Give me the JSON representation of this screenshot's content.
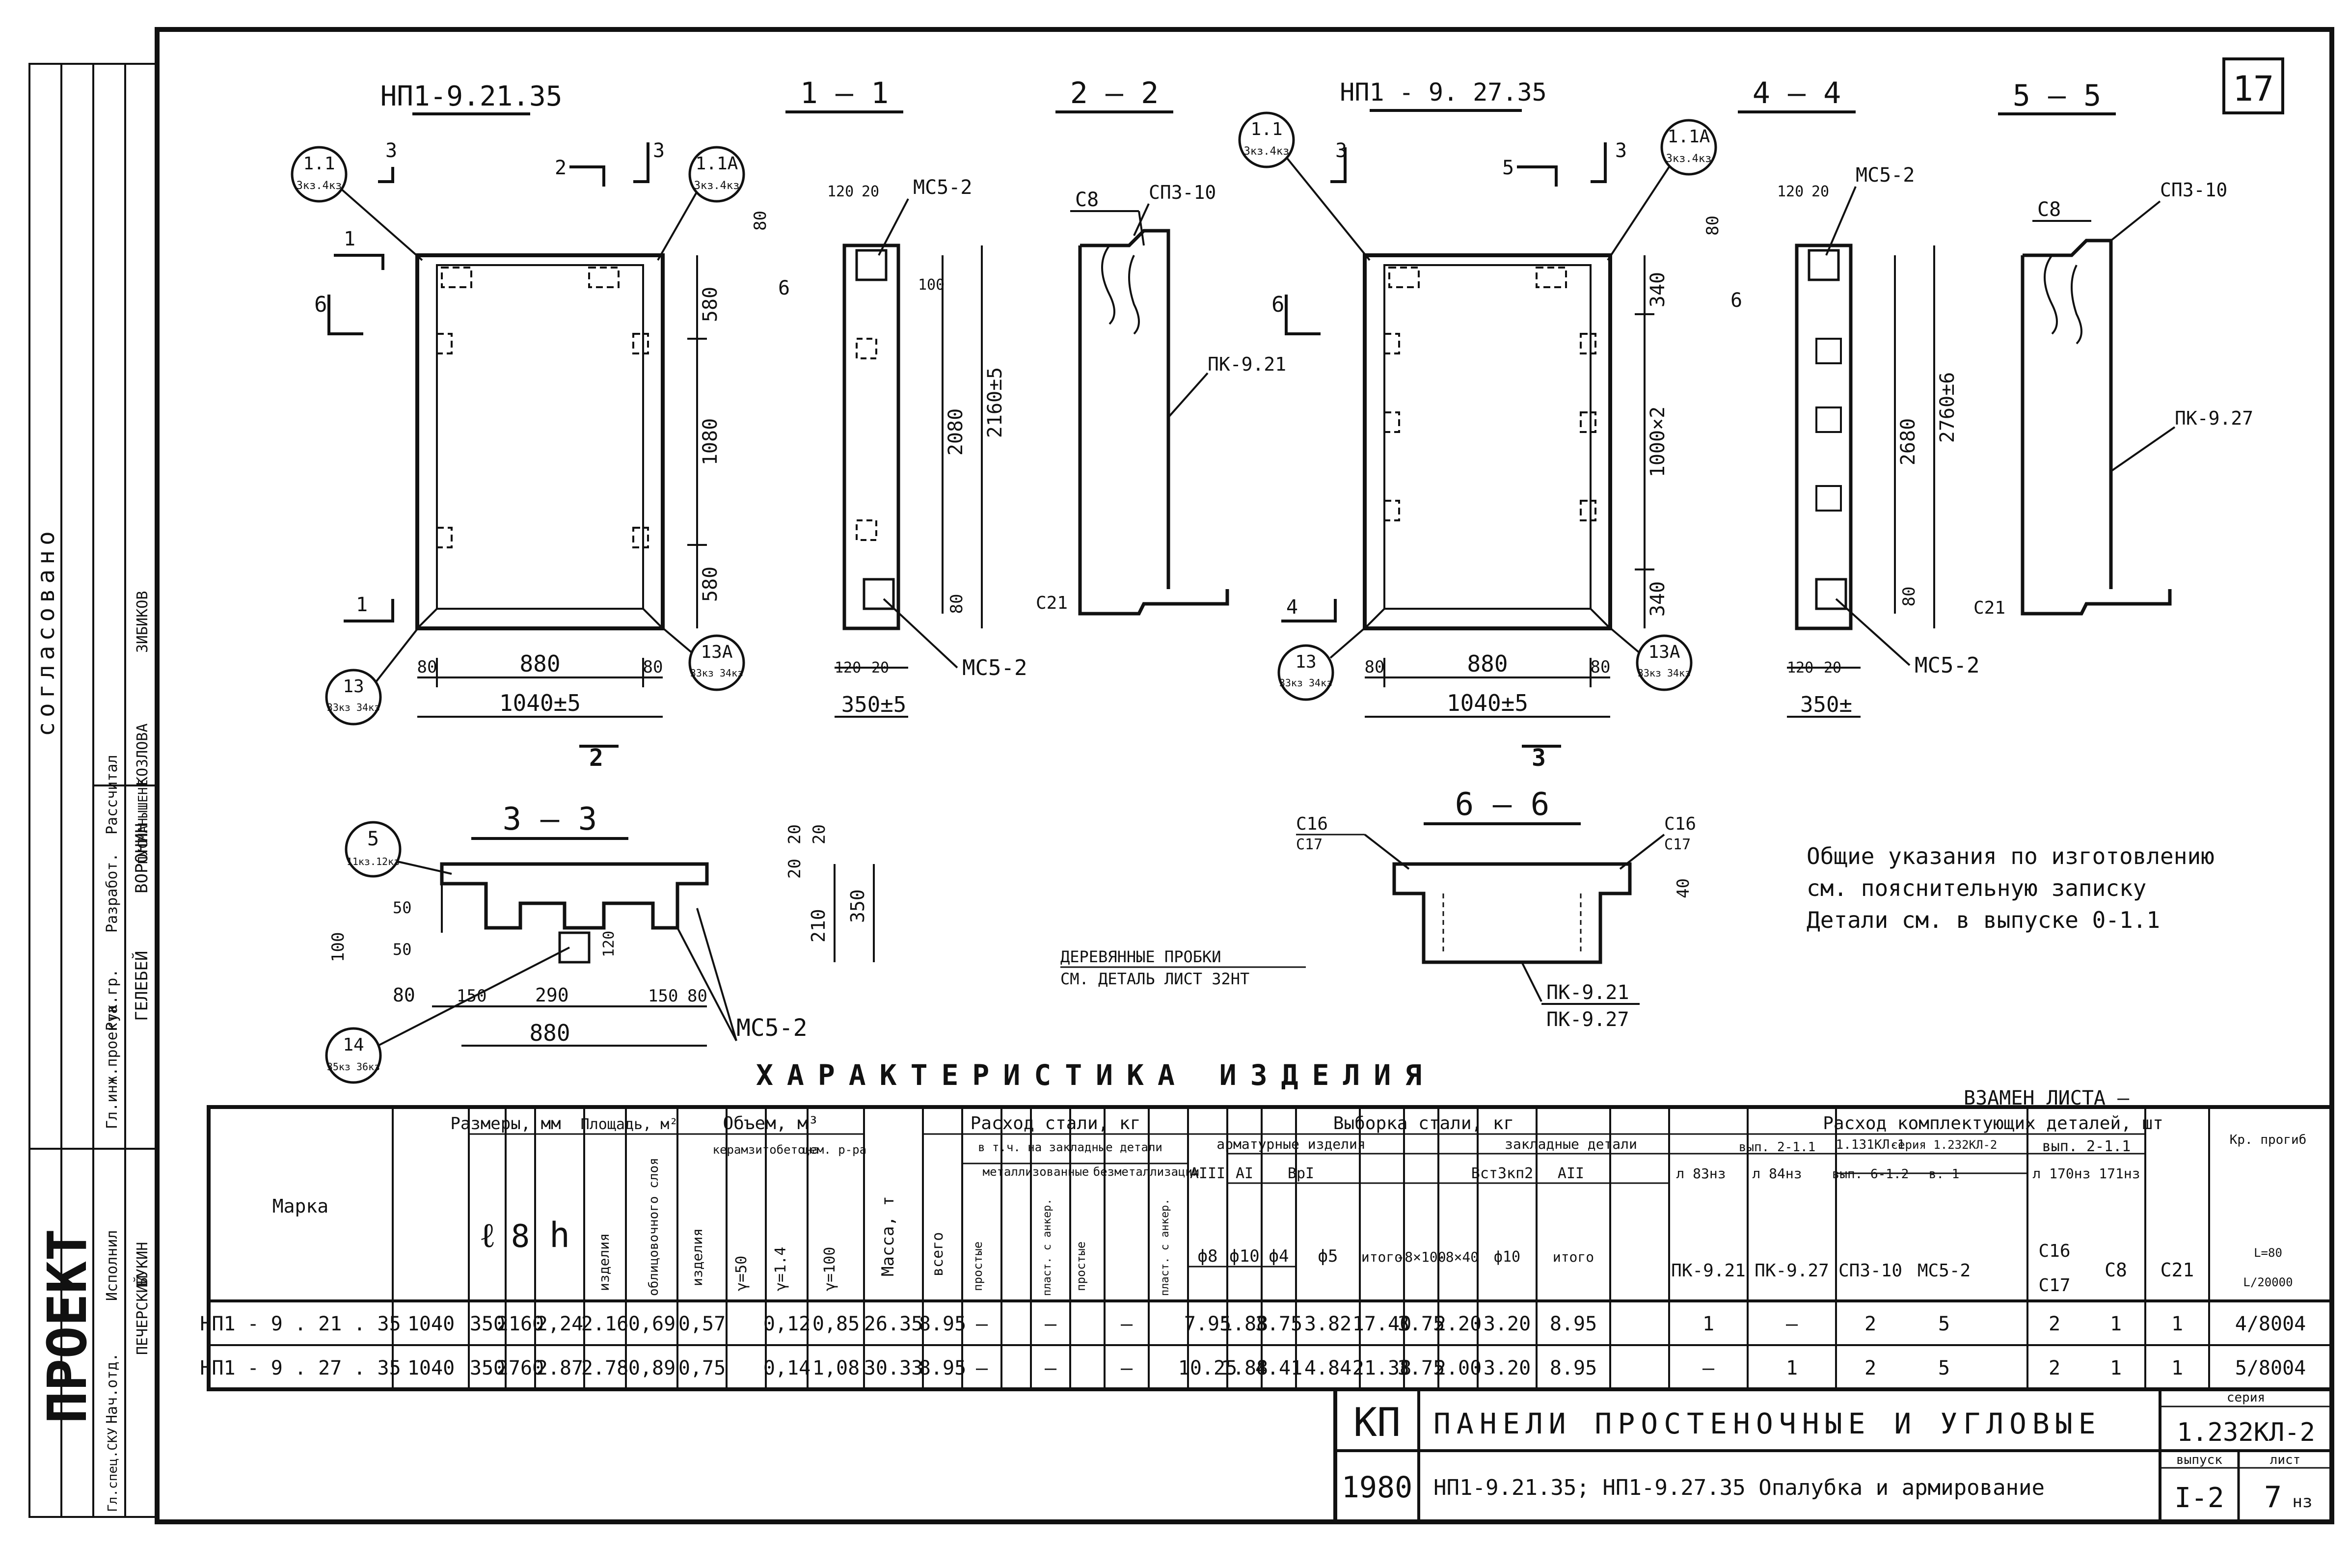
{
  "sheet_number": "17",
  "left_strip": {
    "stamp_project": "ПРОЕКТ",
    "stamp_agreed": "согласовано",
    "roles": [
      "Гл.инж.проекта",
      "Рук.гр.",
      "Разработ.",
      "Рассчитал",
      "Исполнил",
      "Нач.отд.",
      "Гл.спец.СКУ"
    ],
    "names": [
      "ВОРОНИН",
      "ГЕЛЕБЕЙ",
      "ПУСМАНЫШЕНЕ",
      "КОЗЛОВА",
      "ЗИБИКОВ",
      "ПЕЧЕРСКИЙ",
      "БУКИН"
    ]
  },
  "views": {
    "elev1": {
      "title": "НП1-9.21.35",
      "tag_tl": "1.1",
      "tag_tl_sub": "3кз.4кз",
      "tag_tr": "1.1А",
      "tag_tr_sub": "3кз.4кз",
      "tag_bl": "13",
      "tag_bl_sub": "33кз 34кз",
      "tag_br": "13А",
      "tag_br_sub": "33кз 34кз",
      "dim_top": "580",
      "dim_mid": "1080",
      "dim_bot": "580",
      "dim_inner": "880",
      "dim_side_l": "80",
      "dim_side_r": "80",
      "dim_total": "1040±5",
      "cut_1": "1",
      "cut_2": "2",
      "cut_3": "3",
      "cut_6": "6"
    },
    "sec11": {
      "title": "1 — 1",
      "dim_a": "120",
      "dim_b": "20",
      "mark_top": "МС5-2",
      "dim_100": "100",
      "dim_80": "80",
      "dim_6": "6",
      "dim_h1": "2080",
      "dim_h2": "2160±5",
      "dim_80b": "80",
      "mark_bot": "МС5-2",
      "dim_c": "120",
      "dim_d": "20",
      "dim_total": "350±5"
    },
    "sec22": {
      "title": "2 — 2",
      "lbl_c8": "С8",
      "lbl_sp": "СП3-10",
      "lbl_pk": "ПК-9.21",
      "lbl_c21": "С21"
    },
    "elev2": {
      "title": "НП1 - 9. 27.35",
      "tag_tl": "1.1",
      "tag_tl_sub": "3кз.4кз",
      "tag_tr": "1.1А",
      "tag_tr_sub": "3кз.4кз",
      "tag_bl": "13",
      "tag_bl_sub": "33кз 34кз",
      "tag_br": "13А",
      "tag_br_sub": "33кз 34кз",
      "dim_top": "340",
      "dim_mid": "1000×2",
      "dim_bot": "340",
      "dim_inner": "880",
      "dim_side_l": "80",
      "dim_side_r": "80",
      "dim_total": "1040±5",
      "cut_4": "4",
      "cut_5": "5",
      "cut_3": "3",
      "cut_6": "6"
    },
    "sec44": {
      "title": "4 — 4",
      "dim_a": "120",
      "dim_b": "20",
      "mark_top": "МС5-2",
      "dim_80": "80",
      "dim_6": "6",
      "dim_h1": "2680",
      "dim_h2": "2760±6",
      "dim_80b": "80",
      "mark_bot": "МС5-2",
      "dim_c": "120",
      "dim_d": "20",
      "dim_total": "350±"
    },
    "sec55": {
      "title": "5 — 5",
      "lbl_c8": "С8",
      "lbl_sp": "СП3-10",
      "lbl_pk": "ПК-9.27",
      "lbl_c21": "С21"
    },
    "sec33": {
      "title": "3 — 3",
      "tag": "5",
      "tag_sub": "11кз.12кз",
      "d50a": "50",
      "d100": "100",
      "d50b": "50",
      "d120": "120",
      "d80a": "80",
      "d150a": "150",
      "d290": "290",
      "d150b": "150",
      "d80b": "80",
      "d880": "880",
      "mark": "МС5-2",
      "tag2": "14",
      "tag2_sub": "35кз 36кз",
      "dv20a": "20",
      "dv20b": "20",
      "dv20c": "20",
      "dv210": "210",
      "dv350": "350",
      "note_plugs_1": "ДЕРЕВЯННЫЕ ПРОБКИ",
      "note_plugs_2": "СМ. ДЕТАЛЬ ЛИСТ 32НТ"
    },
    "sec66": {
      "title": "6 — 6",
      "c16": "С16",
      "c17": "С17",
      "c16b": "С16",
      "c17b": "С17",
      "d40": "40",
      "pk1": "ПК-9.21",
      "pk2": "ПК-9.27"
    }
  },
  "general_notes": [
    "Общие указания по изготовлению",
    "см. пояснительную записку",
    "Детали см. в выпуске 0-1.1"
  ],
  "char_title": "ХАРАКТЕРИСТИКА ИЗДЕЛИЯ",
  "replaced_note": "ВЗАМЕН ЛИСТА —",
  "table": {
    "h_mark": "Марка",
    "h_sizes": "Размеры, мм",
    "h_l": "ℓ",
    "h_b": "8",
    "h_h": "h",
    "h_area": "Площадь, м²",
    "h_area_prod": "изделия",
    "h_area_face": "облицовочного слоя",
    "h_vol": "Объем, м³",
    "h_vol_prod": "изделия",
    "h_vol_ker": "керамзитобетона",
    "h_vol_ker_a": "γ=50",
    "h_vol_ker_b": "γ=1.4",
    "h_vol_cem": "цем. р-ра",
    "h_vol_cem_a": "γ=100",
    "h_mass": "Масса, т",
    "h_steel": "Расход стали, кг",
    "h_steel_total": "всего",
    "h_steel_emb": "в т.ч. на закладные детали",
    "h_steel_met": "металлизованные",
    "h_steel_nomet": "безметаллизации",
    "h_prost": "простые",
    "h_plast": "пласт. с анкер.",
    "h_sel": "Выборка стали, кг",
    "h_rebar": "арматурные изделия",
    "h_aiii": "AIII",
    "h_ai": "AI",
    "h_bpi": "BpI",
    "h_f8": "ф8",
    "h_f10": "ф10",
    "h_f4": "ф4",
    "h_f5": "ф5",
    "h_itogo": "итого",
    "h_emb": "закладные детали",
    "h_bst": "Вст3кп2",
    "h_aii": "AII",
    "h_e1": "-8×100",
    "h_e2": "-8×40",
    "h_e3": "ф10",
    "h_e4": "итого",
    "h_comp": "Расход комплектующих деталей, шт",
    "h_vyp1": "вып. 2-1.1",
    "h_a83": "л 83нз",
    "h_a84": "л 84нз",
    "h_ser": "1.131КЛ-1",
    "h_vyp61": "вып. 6-1.2",
    "h_ser2": "серия 1.232КЛ-2",
    "h_ser2b": "в. 1",
    "h_vyp2": "вып. 2-1.1",
    "h_l170": "л 170нз 171нз",
    "h_kr": "Кр. прогиб",
    "c_pk921": "ПК-9.21",
    "c_pk927": "ПК-9.27",
    "c_sp": "СП3-10",
    "c_ms": "МС5-2",
    "c_c16": "С16",
    "c_c17": "С17",
    "c_c8": "С8",
    "c_c21": "С21",
    "c_kr_a": "L=80",
    "c_kr_b": "L/20000",
    "rows": [
      [
        "НП1 - 9 . 21 . 35",
        "1040",
        "350",
        "2160",
        "2,24",
        "2.16",
        "0,69",
        "0,57",
        "",
        "0,12",
        "0,85",
        "26.35",
        "8.95",
        "—",
        "—",
        "—",
        "7.95",
        "1.88",
        "3.75",
        "3.82",
        "17.40",
        "3.75",
        "2.20",
        "3.20",
        "8.95",
        "1",
        "—",
        "2",
        "5",
        "2",
        "1",
        "1",
        "4/8004"
      ],
      [
        "НП1 - 9 . 27 . 35",
        "1040",
        "350",
        "2760",
        "2.87",
        "2.78",
        "0,89",
        "0,75",
        "",
        "0,14",
        "1,08",
        "30.33",
        "8.95",
        "—",
        "—",
        "—",
        "10.25",
        "1.88",
        "4.41",
        "4.84",
        "21.38",
        "3.75",
        "2.00",
        "3.20",
        "8.95",
        "—",
        "1",
        "2",
        "5",
        "2",
        "1",
        "1",
        "5/8004"
      ]
    ]
  },
  "title_block": {
    "code": "КП",
    "title": "ПАНЕЛИ ПРОСТЕНОЧНЫЕ И УГЛОВЫЕ",
    "year": "1980",
    "subtitle": "НП1-9.21.35; НП1-9.27.35 Опалубка и армирование",
    "series_label": "серия",
    "series": "1.232КЛ-2",
    "issue_label": "выпуск",
    "issue": "I-2",
    "sheet_label": "лист",
    "sheet": "7",
    "sheet_sub": "нз"
  }
}
